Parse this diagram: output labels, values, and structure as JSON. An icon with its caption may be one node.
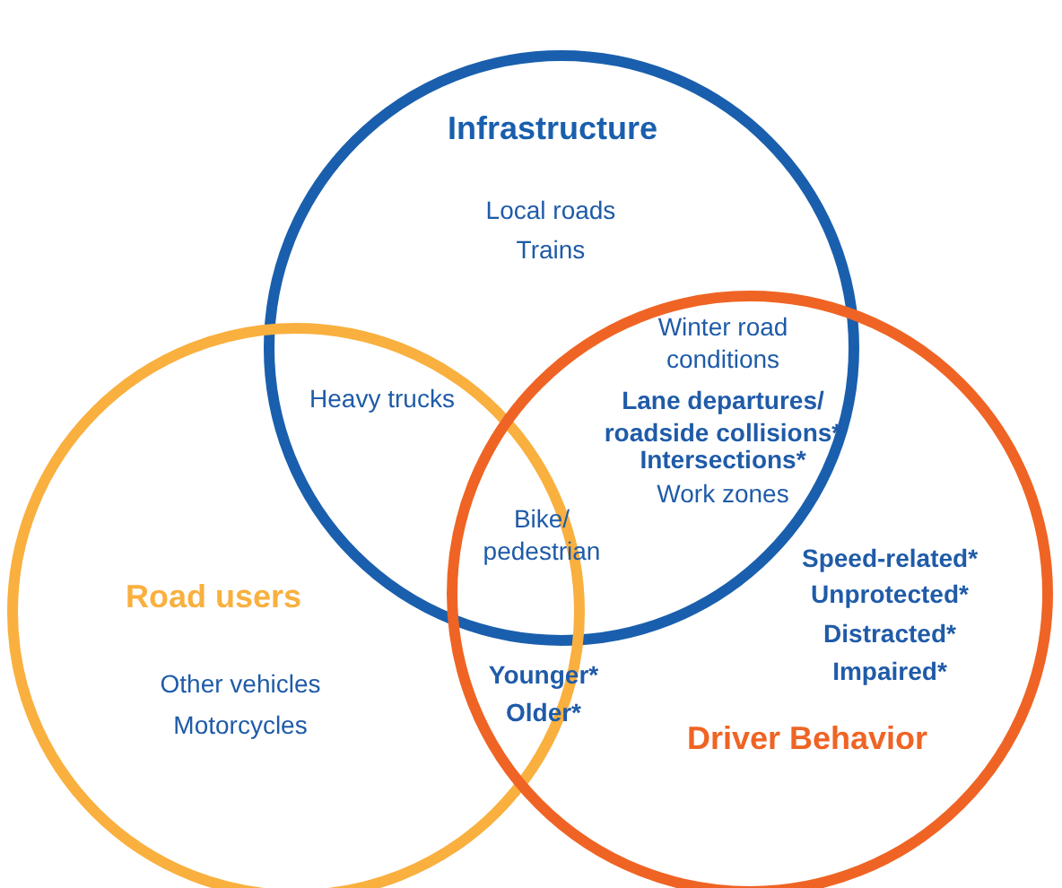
{
  "diagram": {
    "nodes": [
      {
        "text": [
          "Infrastructure",
          "Local roads",
          "Trains"
        ]
      },
      {
        "text": [
          "Road users",
          "Other vehicles",
          "Motorcycles"
        ]
      },
      {
        "text": [
          "Speed-related*",
          "Unprotected*",
          "Distracted*",
          "Impaired*",
          "Driver Behavior"
        ]
      }
    ],
    "edges": [],
    "labels": [
      "Heavy trucks",
      "Winter road conditions",
      "Lane departures/ roadside collisions*",
      "Intersections*",
      "Work zones",
      "Bike/ pedestrian",
      "Younger*",
      "Older*"
    ]
  }
}
